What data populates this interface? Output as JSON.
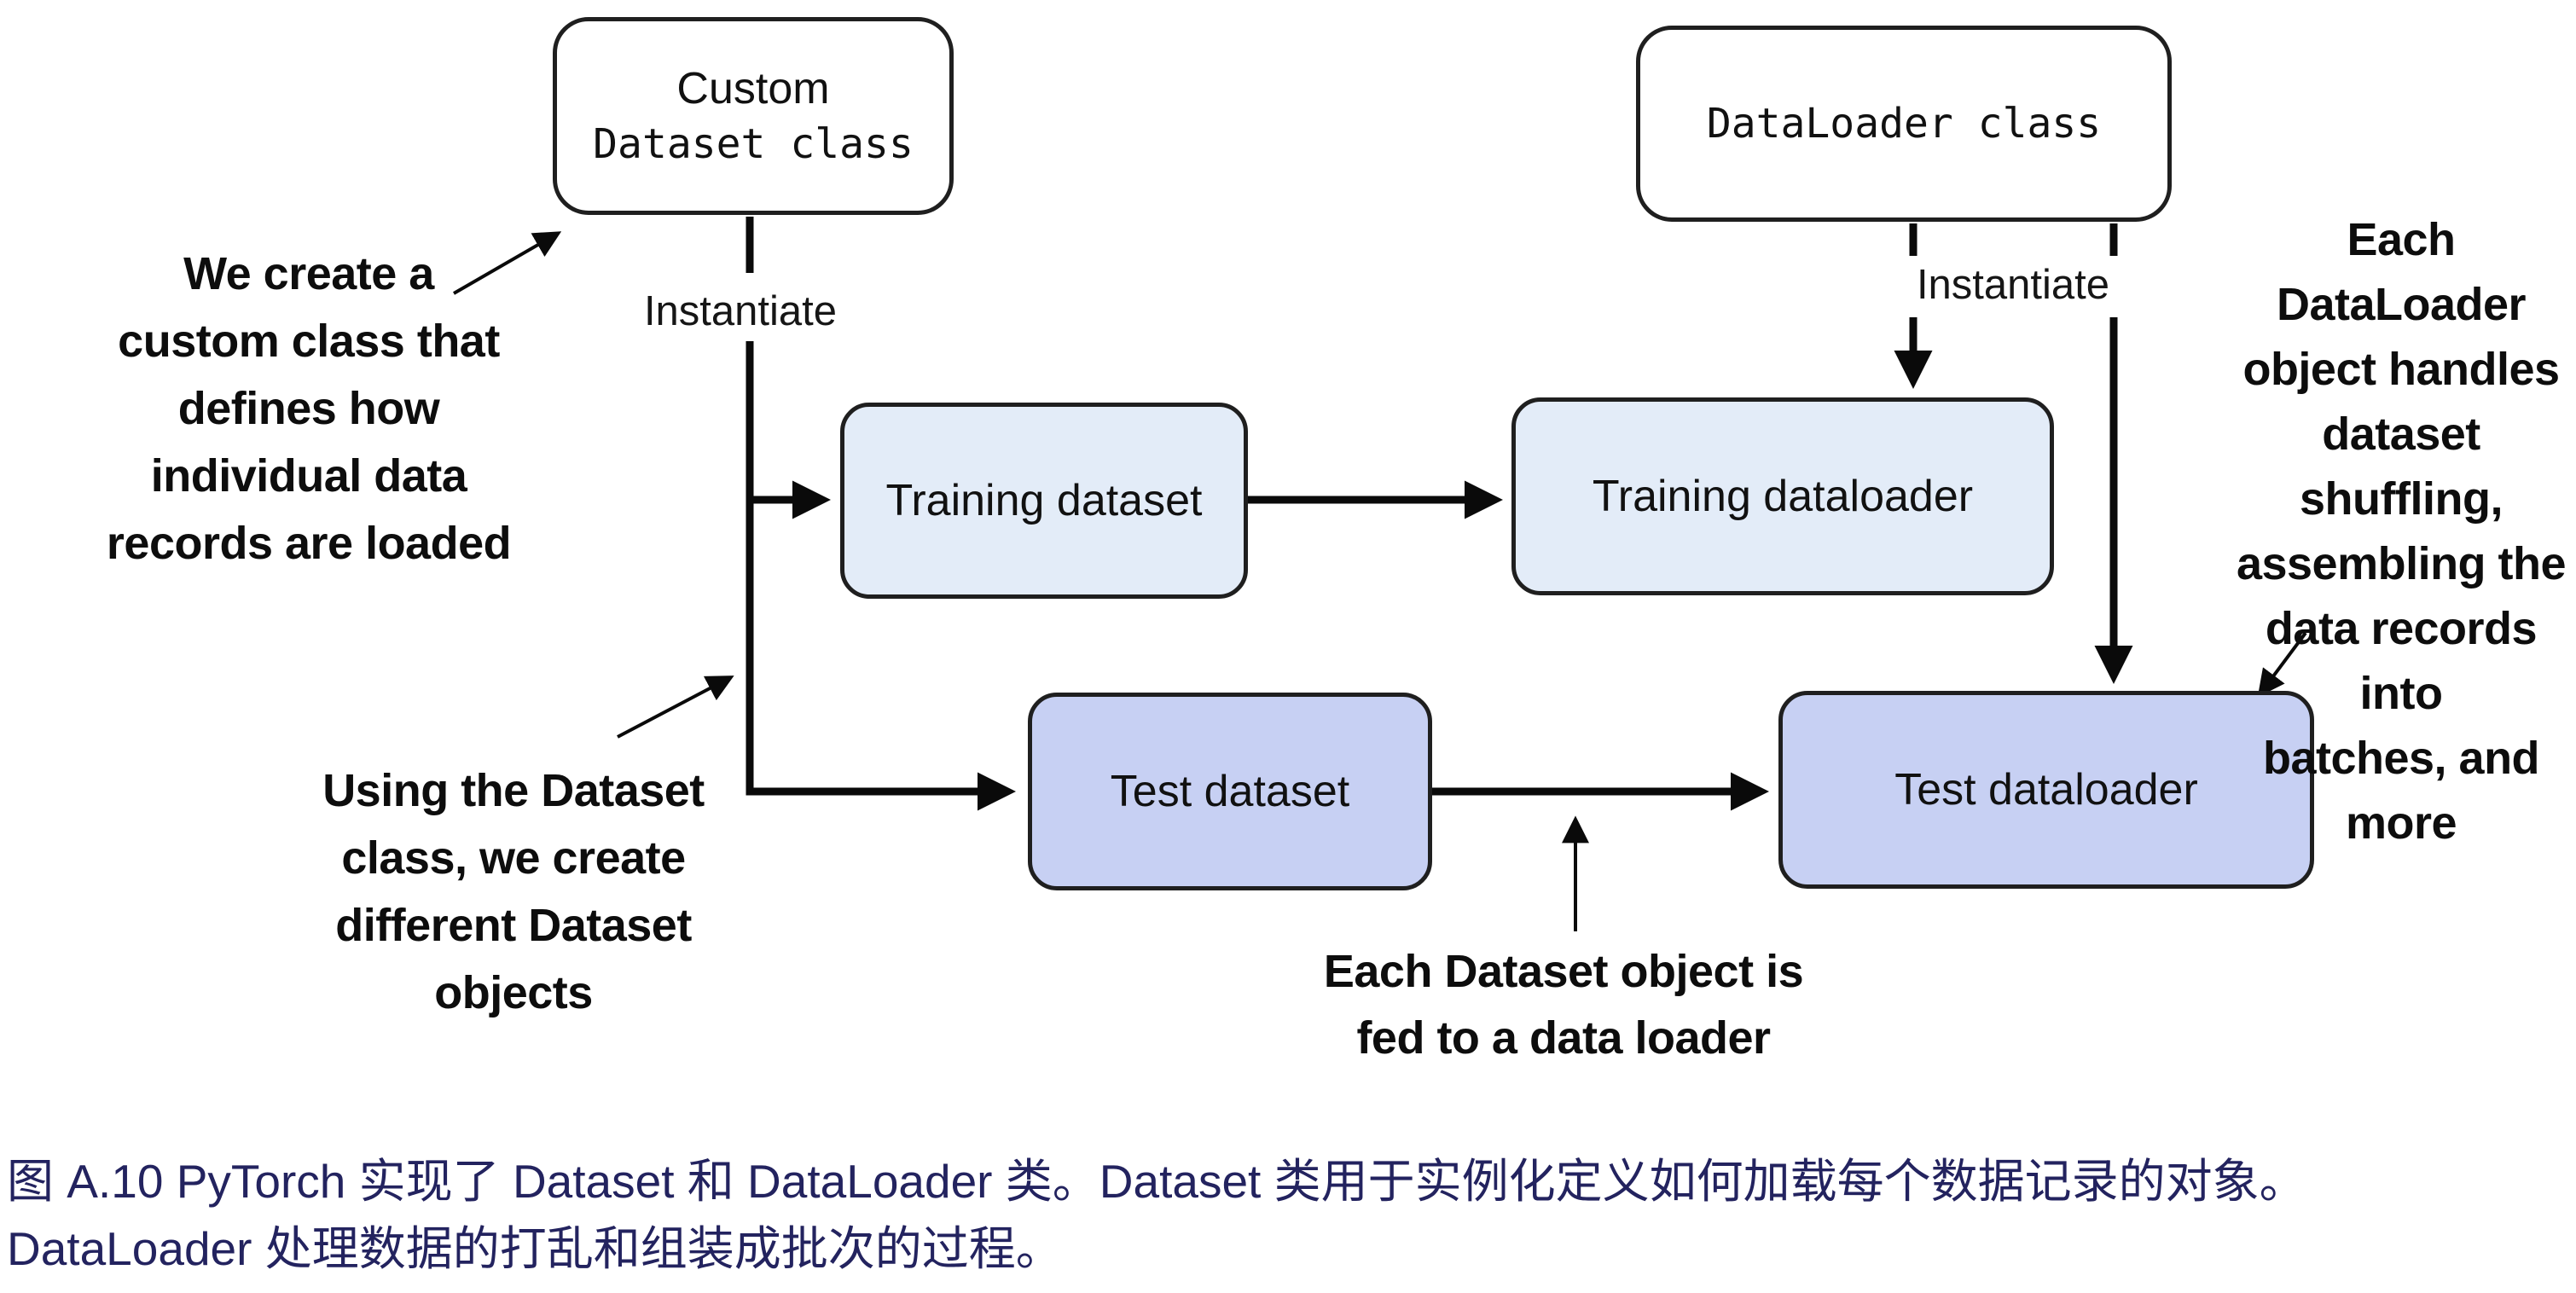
{
  "diagram": {
    "boxes": {
      "custom_dataset_class": {
        "line1": "Custom",
        "line2": "Dataset class"
      },
      "dataloader_class": {
        "label": "DataLoader class"
      },
      "training_dataset": {
        "label": "Training dataset"
      },
      "training_dataloader": {
        "label": "Training dataloader"
      },
      "test_dataset": {
        "label": "Test dataset"
      },
      "test_dataloader": {
        "label": "Test dataloader"
      }
    },
    "edge_labels": {
      "instantiate_left": "Instantiate",
      "instantiate_right": "Instantiate"
    },
    "annotations": {
      "top_left": "We create a\ncustom class that\ndefines how\nindividual data\nrecords are loaded",
      "bottom_left": "Using the Dataset\nclass, we create\ndifferent Dataset\nobjects",
      "bottom_middle": "Each Dataset object is\nfed to a data loader",
      "right": "Each DataLoader\nobject handles\ndataset shuffling,\nassembling the\ndata records into\nbatches, and more"
    },
    "colors": {
      "training_box_fill": "#e3ecf8",
      "test_box_fill": "#c7d0f3",
      "class_box_fill": "#ffffff",
      "box_border": "#1f1f1f",
      "line_color": "#0a0a0a",
      "caption_color": "#23235f"
    }
  },
  "caption": {
    "text": "图 A.10 PyTorch 实现了 Dataset 和 DataLoader 类。Dataset 类用于实例化定义如何加载每个数据记录的对象。\nDataLoader 处理数据的打乱和组装成批次的过程。"
  }
}
